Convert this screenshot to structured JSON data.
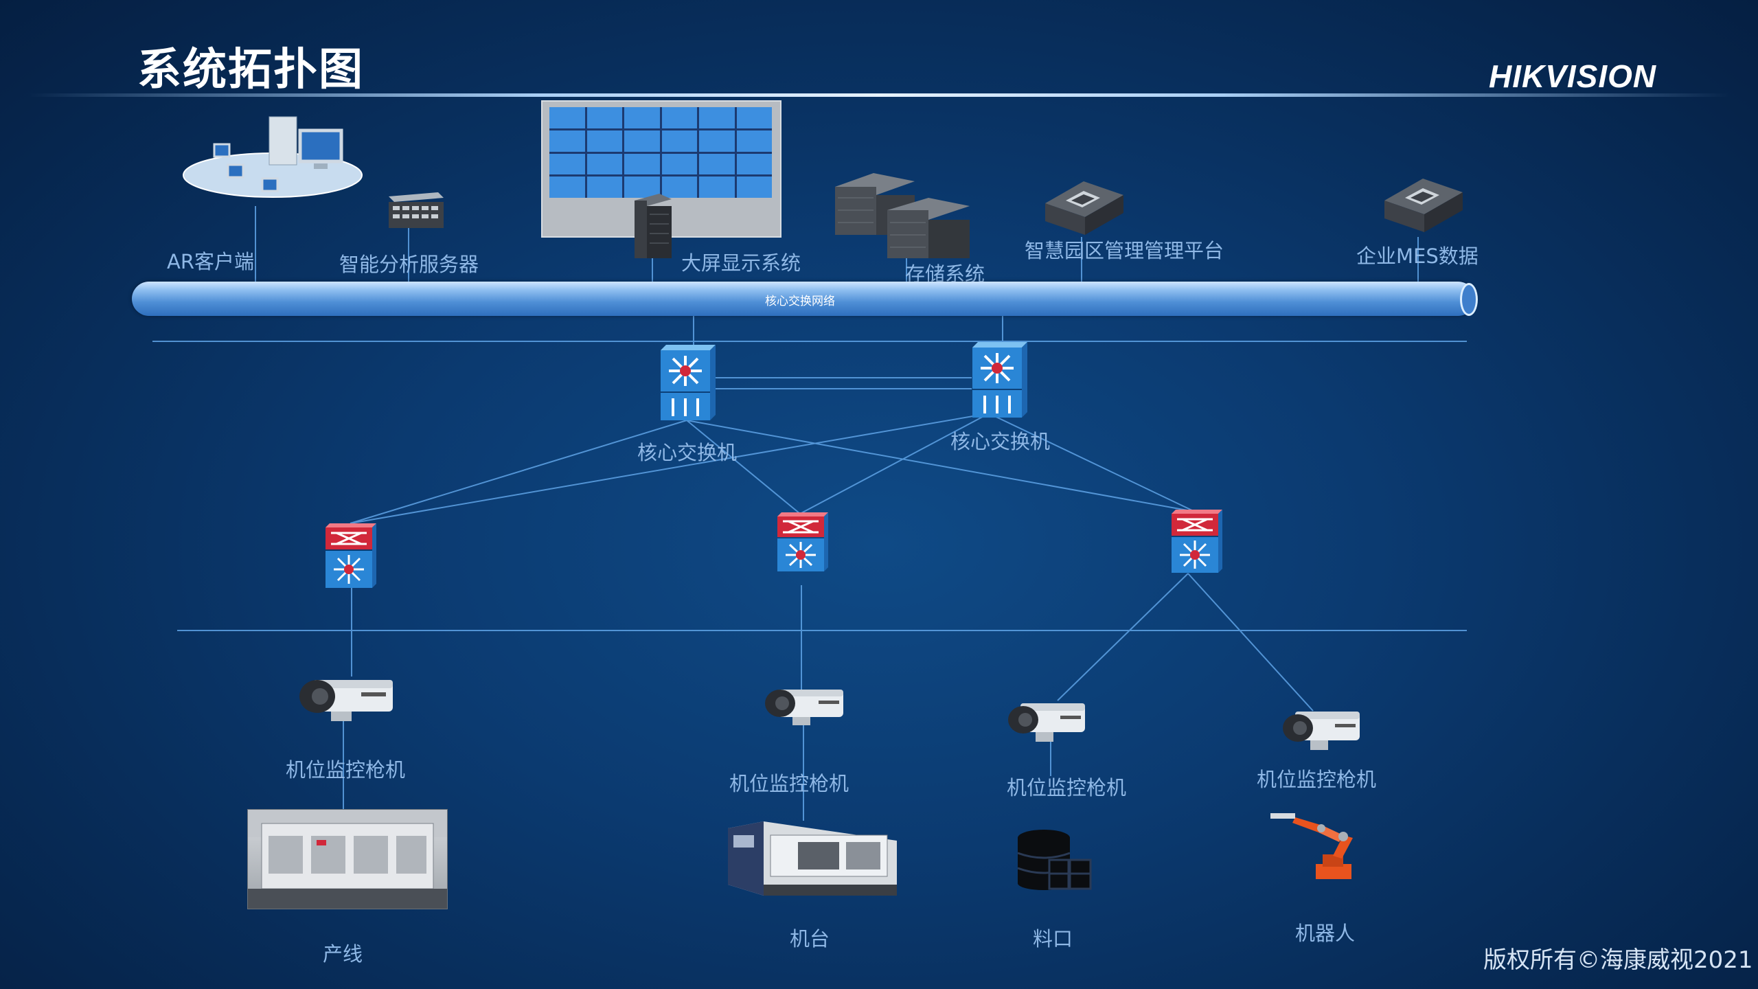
{
  "title": "系统拓扑图",
  "brand": "HIKVISION",
  "copyright": "版权所有©海康威视2021",
  "backbone_label": "核心交换网络",
  "top_devices": {
    "ar_client": "AR客户端",
    "analysis_server": "智能分析服务器",
    "display_system": "大屏显示系统",
    "storage_system": "存储系统",
    "park_platform": "智慧园区管理管理平台",
    "mes_data": "企业MES数据"
  },
  "core_switches": {
    "left": "核心交换机",
    "right": "核心交换机"
  },
  "cameras": {
    "c1": "机位监控枪机",
    "c2": "机位监控枪机",
    "c3": "机位监控枪机",
    "c4": "机位监控枪机"
  },
  "endpoints": {
    "production_line": "产线",
    "machine": "机台",
    "material_port": "料口",
    "robot": "机器人"
  },
  "colors": {
    "line": "#5fa3e6",
    "switch_blue": "#2a86d6",
    "switch_red": "#d1283a",
    "robot": "#e8531e"
  }
}
